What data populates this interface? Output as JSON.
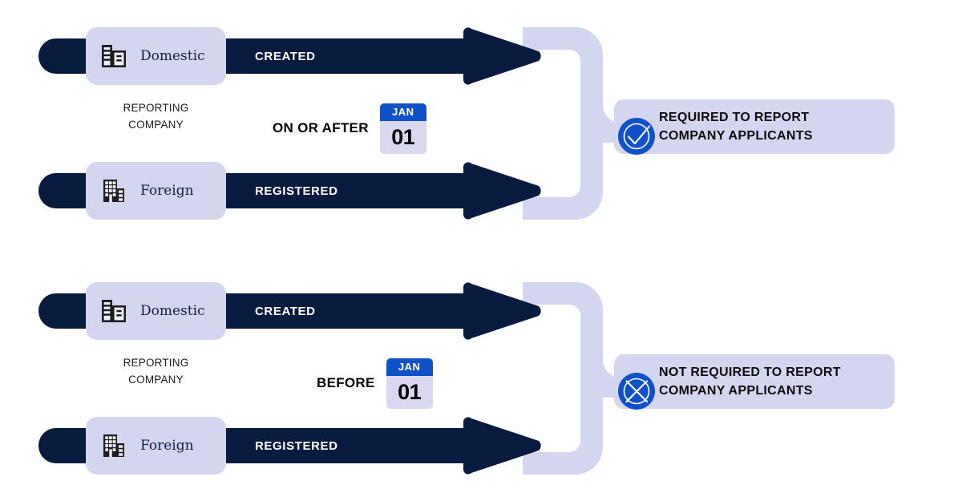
{
  "colors": {
    "navy": "#071b3f",
    "lavender": "#d4d5ef",
    "blue": "#0f52c8",
    "white": "#ffffff",
    "black": "#000000"
  },
  "groups": [
    {
      "id": "required",
      "reporting_caption_line1": "REPORTING",
      "reporting_caption_line2": "COMPANY",
      "rows": [
        {
          "entity_label": "Domestic",
          "entity_icon": "office-building-icon",
          "arrow_label": "CREATED"
        },
        {
          "entity_label": "Foreign",
          "entity_icon": "foreign-building-icon",
          "arrow_label": "REGISTERED"
        }
      ],
      "timing": {
        "text": "ON OR AFTER",
        "calendar_month": "JAN",
        "calendar_day": "01"
      },
      "result": {
        "icon": "check-circle-icon",
        "line1": "REQUIRED TO REPORT",
        "line2": "COMPANY APPLICANTS"
      }
    },
    {
      "id": "not-required",
      "reporting_caption_line1": "REPORTING",
      "reporting_caption_line2": "COMPANY",
      "rows": [
        {
          "entity_label": "Domestic",
          "entity_icon": "office-building-icon",
          "arrow_label": "CREATED"
        },
        {
          "entity_label": "Foreign",
          "entity_icon": "foreign-building-icon",
          "arrow_label": "REGISTERED"
        }
      ],
      "timing": {
        "text": "BEFORE",
        "calendar_month": "JAN",
        "calendar_day": "01"
      },
      "result": {
        "icon": "x-circle-icon",
        "line1": "NOT REQUIRED TO REPORT",
        "line2": "COMPANY APPLICANTS"
      }
    }
  ]
}
